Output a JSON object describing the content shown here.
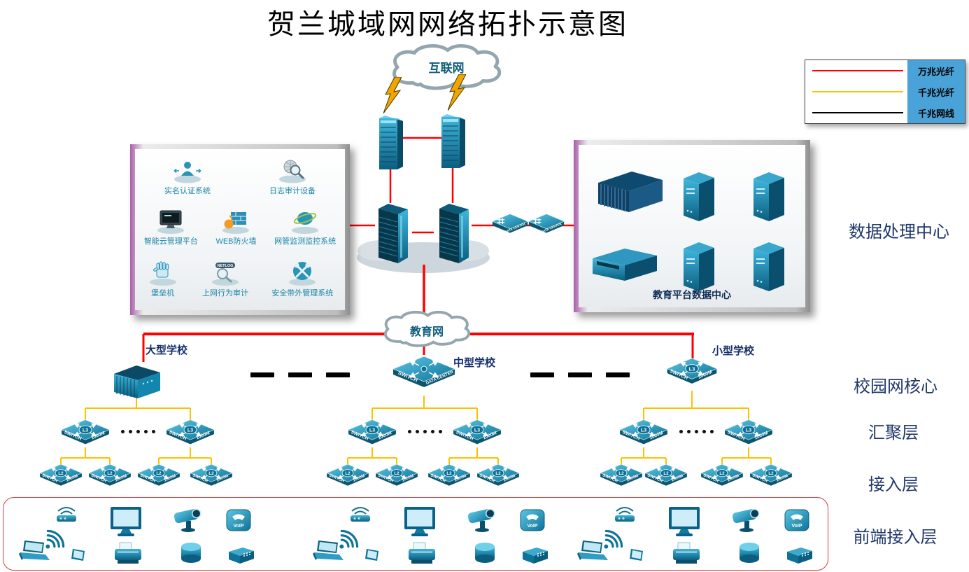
{
  "title": "贺兰城域网网络拓扑示意图",
  "legend": {
    "items": [
      {
        "label": "万兆光纤",
        "color": "#ff0000"
      },
      {
        "label": "千兆光纤",
        "color": "#ffc000"
      },
      {
        "label": "千兆网线",
        "color": "#000000"
      }
    ]
  },
  "clouds": {
    "internet": "互联网",
    "education": "教育网"
  },
  "management_panel": {
    "items": [
      {
        "label": "实名认证系统",
        "icon": "identity-auth-icon"
      },
      {
        "label": "日志审计设备",
        "icon": "log-audit-icon"
      },
      {
        "label": "智能云管理平台",
        "icon": "cloud-management-icon"
      },
      {
        "label": "WEB防火墙",
        "icon": "web-firewall-icon"
      },
      {
        "label": "网管监测监控系统",
        "icon": "network-monitoring-icon"
      },
      {
        "label": "堡垒机",
        "icon": "bastion-host-icon"
      },
      {
        "label": "上网行为审计",
        "icon": "behavior-audit-icon"
      },
      {
        "label": "安全带外管理系统",
        "icon": "out-of-band-management-icon"
      }
    ]
  },
  "datacenter_panel": {
    "label": "教育平台数据中心"
  },
  "layer_labels": {
    "datacenter": "数据处理中心",
    "campus_core": "校园网核心",
    "aggregation": "汇聚层",
    "access": "接入层",
    "frontend": "前端接入层"
  },
  "schools": [
    {
      "name": "大型学校"
    },
    {
      "name": "中型学校"
    },
    {
      "name": "小型学校"
    }
  ],
  "device_labels": {
    "switch": "SWITCH",
    "speed": "1000M",
    "l3": "L3",
    "l2": "L2",
    "data_center": "DATA CENTER",
    "netlog": "NETLOG",
    "voip": "VoIP"
  },
  "colors": {
    "line_10g_fiber": "#ff0000",
    "line_1g_fiber": "#ffc000",
    "line_1g_cable": "#000000",
    "device_primary": "#1587a8",
    "label_navy": "#21386b"
  }
}
